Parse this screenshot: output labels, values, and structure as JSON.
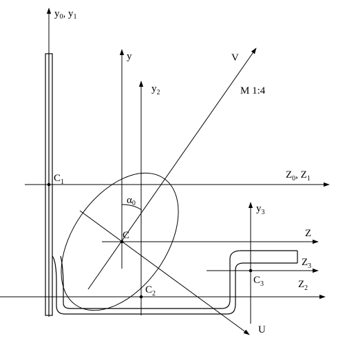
{
  "labels": {
    "y0y1": {
      "base1": "y",
      "sub1": "0",
      "sep": ", ",
      "base2": "y",
      "sub2": "1"
    },
    "y": "y",
    "y2": {
      "base": "y",
      "sub": "2"
    },
    "y3": {
      "base": "y",
      "sub": "3"
    },
    "v": "V",
    "scale": "M 1:4",
    "c1": {
      "base": "C",
      "sub": "1"
    },
    "c2": {
      "base": "C",
      "sub": "2"
    },
    "c3": {
      "base": "C",
      "sub": "3"
    },
    "c": "C",
    "z0z1": {
      "base1": "Z",
      "sub1": "0",
      "sep": ", ",
      "base2": "Z",
      "sub2": "1"
    },
    "z": "Z",
    "z2": {
      "base": "Z",
      "sub": "2"
    },
    "z3": {
      "base": "Z",
      "sub": "3"
    },
    "u": "U",
    "alpha0": {
      "base": "α",
      "sub": "0"
    }
  }
}
